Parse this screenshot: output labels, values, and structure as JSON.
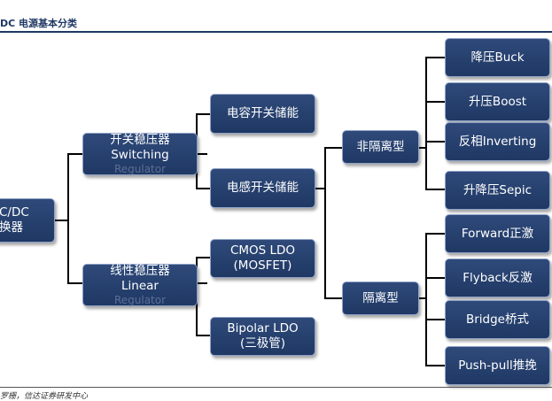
{
  "header": {
    "title": "DC 电源基本分类",
    "source": "罗栅，信达证券研发中心"
  },
  "nodes": {
    "root": [
      "C/DC",
      "换器"
    ],
    "switching": [
      "开关稳压器",
      "Switching",
      "Regulator"
    ],
    "linear": [
      "线性稳压器",
      "Linear",
      "Regulator"
    ],
    "cap_switch": "电容开关储能",
    "ind_switch": "电感开关储能",
    "cmos_ldo": [
      "CMOS LDO",
      "(MOSFET)"
    ],
    "bipolar_ldo": [
      "Bipolar LDO",
      "(三极管)"
    ],
    "non_isolated": "非隔离型",
    "isolated": "隔离型",
    "buck": "降压Buck",
    "boost": "升压Boost",
    "inverting": "反相Inverting",
    "sepic": "升降压Sepic",
    "forward": "Forward正激",
    "flyback": "Flyback反激",
    "bridge": "Bridge桥式",
    "pushpull": "Push-pull推挽"
  },
  "colors": {
    "node_fill": "#1f3864",
    "node_border": "#8fa3c8",
    "connector": "#000000"
  }
}
